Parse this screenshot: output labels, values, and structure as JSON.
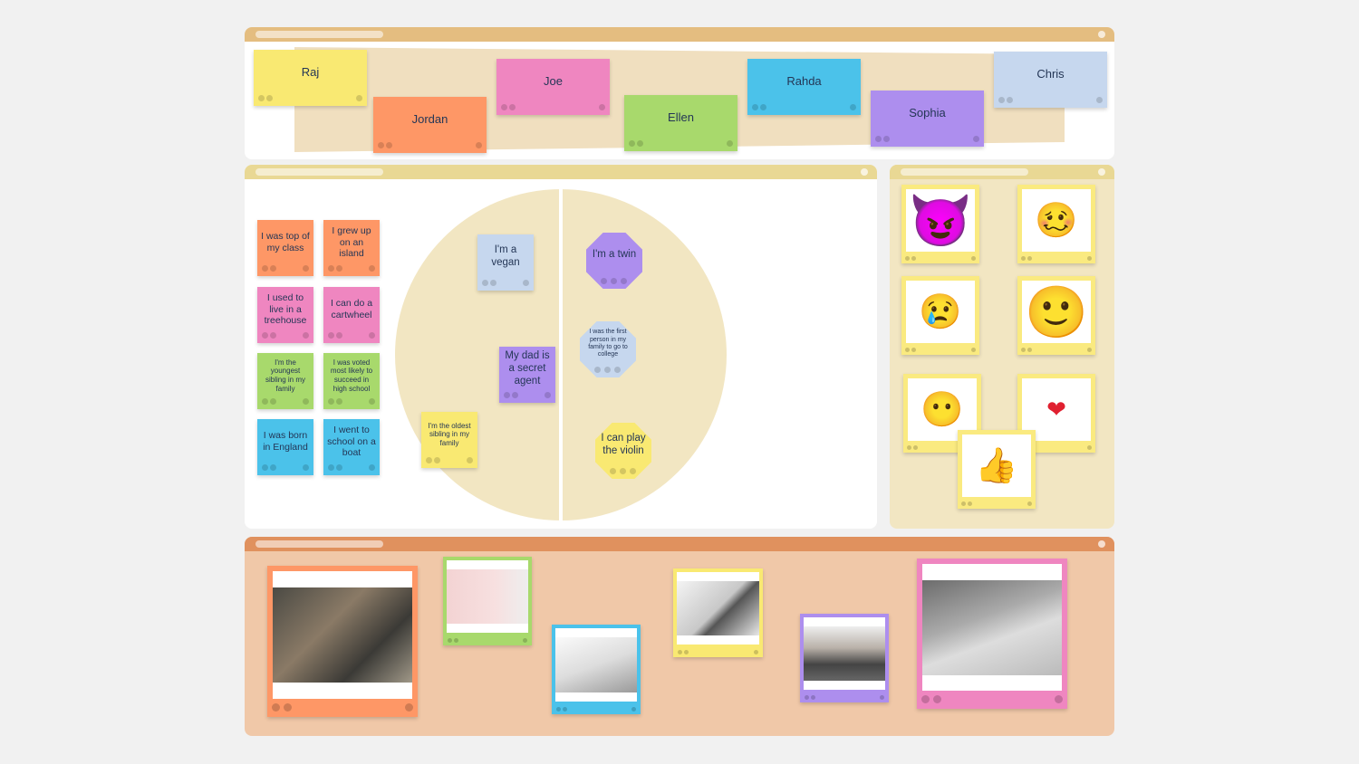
{
  "colors": {
    "yellow": "#f9e972",
    "orange": "#fe9766",
    "pink": "#ef86c0",
    "green": "#a8d96c",
    "blue": "#4bc2ea",
    "lightblue": "#c6d7ee",
    "purple": "#ad8eee",
    "lightyellow": "#faea80"
  },
  "names": [
    {
      "label": "Raj",
      "color": "yellow"
    },
    {
      "label": "Jordan",
      "color": "orange"
    },
    {
      "label": "Joe",
      "color": "pink"
    },
    {
      "label": "Ellen",
      "color": "green"
    },
    {
      "label": "Rahda",
      "color": "blue"
    },
    {
      "label": "Sophia",
      "color": "purple"
    },
    {
      "label": "Chris",
      "color": "lightblue"
    }
  ],
  "facts": [
    {
      "label": "I was top of my class",
      "color": "orange"
    },
    {
      "label": "I grew up on an island",
      "color": "orange"
    },
    {
      "label": "I used to live in a treehouse",
      "color": "pink"
    },
    {
      "label": "I can do a cartwheel",
      "color": "pink"
    },
    {
      "label": "I'm the youngest sibling in my family",
      "color": "green",
      "small": true
    },
    {
      "label": "I was voted most likely to succeed in high school",
      "color": "green",
      "small": true
    },
    {
      "label": "I was born in England",
      "color": "blue"
    },
    {
      "label": "I went to school on a boat",
      "color": "blue"
    }
  ],
  "venn": [
    {
      "label": "I'm a vegan",
      "color": "lightblue"
    },
    {
      "label": "My dad is a secret agent",
      "color": "purple"
    },
    {
      "label": "I'm the oldest sibling in my family",
      "color": "yellow",
      "small": true
    },
    {
      "label": "I'm a twin",
      "color": "purple",
      "oct": true
    },
    {
      "label": "I was the first person in my family to go to college",
      "color": "lightblue",
      "oct": true,
      "tiny": true
    },
    {
      "label": "I can play the violin",
      "color": "yellow",
      "oct": true
    }
  ],
  "emojis": [
    {
      "icon": "smiling-devil-icon",
      "glyph": "😈"
    },
    {
      "icon": "woozy-face-icon",
      "glyph": "🥴"
    },
    {
      "icon": "crying-face-icon",
      "glyph": "😢"
    },
    {
      "icon": "smiley-face-icon",
      "glyph": "🙂"
    },
    {
      "icon": "no-mouth-face-icon",
      "glyph": "😶"
    },
    {
      "icon": "heart-icon",
      "glyph": "❤"
    },
    {
      "icon": "thumbs-up-icon",
      "glyph": "👍"
    }
  ],
  "photos": [
    {
      "name": "team-meeting-photo",
      "color": "orange"
    },
    {
      "name": "keyboard-desk-photo",
      "color": "green"
    },
    {
      "name": "laptop-desk-photo",
      "color": "blue"
    },
    {
      "name": "workspace-topdown-photo",
      "color": "yellow"
    },
    {
      "name": "office-photo",
      "color": "purple"
    },
    {
      "name": "laptop-coffee-photo",
      "color": "pink"
    }
  ]
}
